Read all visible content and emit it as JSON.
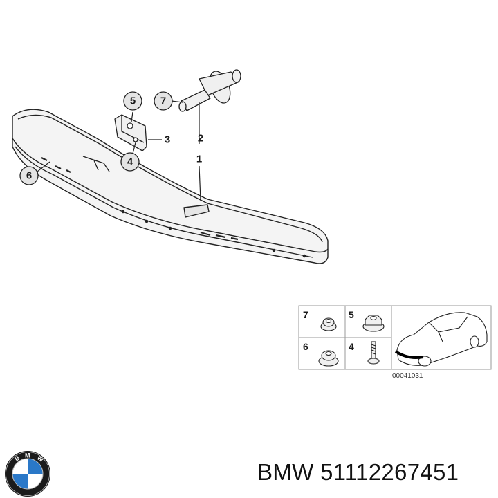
{
  "callouts": {
    "c1": "1",
    "c2": "2",
    "c3": "3",
    "c4": "4",
    "c5": "5",
    "c6": "6",
    "c7": "7"
  },
  "legend": {
    "items": [
      "7",
      "5",
      "6",
      "4"
    ],
    "reference_code": "00041031"
  },
  "caption": {
    "brand": "BMW",
    "part_number": "51112267451"
  },
  "logo": {
    "icon": "bmw-roundel-icon",
    "letters": "BMW",
    "colors": {
      "blue": "#2a78c8",
      "ring": "#1b1b1b"
    }
  }
}
